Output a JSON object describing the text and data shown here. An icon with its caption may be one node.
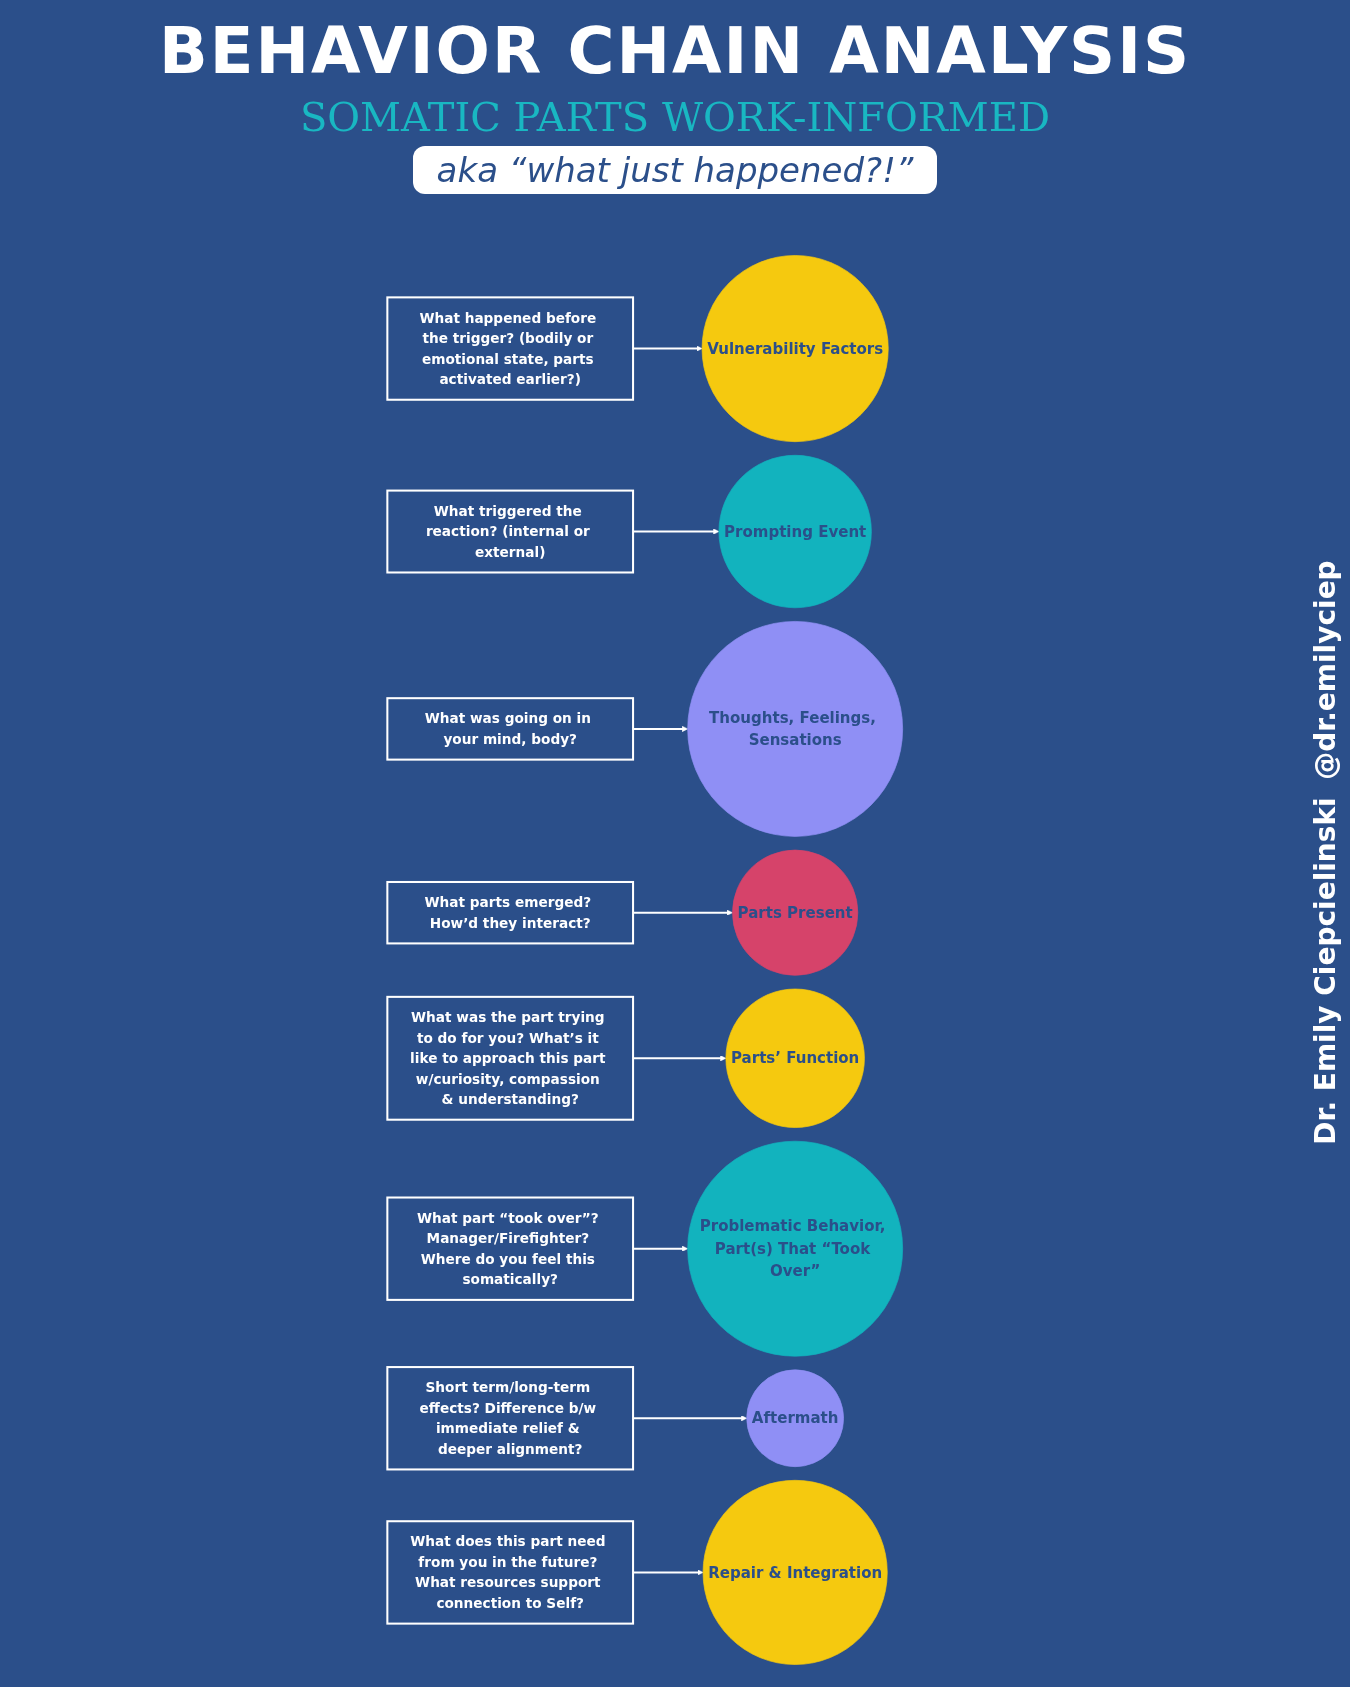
{
  "diagram": {
    "title": "BEHAVIOR CHAIN ANALYSIS",
    "nodes": [
      {
        "text": [
          "Vulnerability Factors"
        ]
      },
      {
        "text": [
          "Prompting Event"
        ]
      },
      {
        "text": [
          "Thoughts, Feelings, Sensations"
        ]
      },
      {
        "text": [
          "Parts Present"
        ]
      },
      {
        "text": [
          "Parts’ Function"
        ]
      },
      {
        "text": [
          "Problematic Behavior, Part(s) That “Took Over”"
        ]
      },
      {
        "text": [
          "Aftermath"
        ]
      },
      {
        "text": [
          "Repair & Integration"
        ]
      },
      {
        "text": [
          "What happened before the trigger? (bodily or emotional state, parts activated earlier?)"
        ]
      },
      {
        "text": [
          "What triggered the reaction? (internal or external)"
        ]
      },
      {
        "text": [
          "What was going on in your mind, body?"
        ]
      },
      {
        "text": [
          "What parts emerged? How’d they interact?"
        ]
      },
      {
        "text": [
          "What was the part trying to do for you? What’s it like to approach this part w/curiosity, compassion & understanding?"
        ]
      },
      {
        "text": [
          "What part “took over”? Manager/Firefighter? Where do you feel this somatically?"
        ]
      },
      {
        "text": [
          "Short term/long-term effects? Difference b/w immediate relief & deeper alignment?"
        ]
      },
      {
        "text": [
          "What does this part need from you in the future? What resources support connection to Self?"
        ]
      }
    ],
    "edges": [
      {
        "from": 8,
        "to": 0,
        "arrow": "to"
      },
      {
        "from": 9,
        "to": 1,
        "arrow": "to"
      },
      {
        "from": 10,
        "to": 2,
        "arrow": "to"
      },
      {
        "from": 11,
        "to": 3,
        "arrow": "to"
      },
      {
        "from": 12,
        "to": 4,
        "arrow": "to"
      },
      {
        "from": 13,
        "to": 5,
        "arrow": "to"
      },
      {
        "from": 14,
        "to": 6,
        "arrow": "to"
      },
      {
        "from": 15,
        "to": 7,
        "arrow": "to"
      }
    ],
    "labels": [
      "SOMATIC PARTS WORK-INFORMED",
      "aka “what just happened?!”",
      "Dr. Emily Ciepcielinski",
      "@dr.emilyciep"
    ]
  }
}
